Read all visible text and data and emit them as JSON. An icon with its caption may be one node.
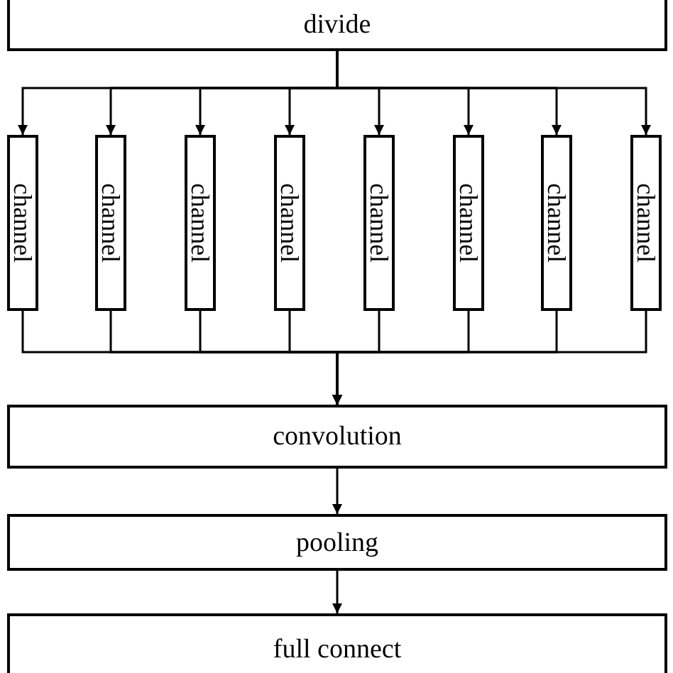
{
  "diagram": {
    "nodes": [
      {
        "text": [
          "divide"
        ]
      },
      {
        "text": [
          "channel"
        ]
      },
      {
        "text": [
          "channel"
        ]
      },
      {
        "text": [
          "channel"
        ]
      },
      {
        "text": [
          "channel"
        ]
      },
      {
        "text": [
          "channel"
        ]
      },
      {
        "text": [
          "channel"
        ]
      },
      {
        "text": [
          "channel"
        ]
      },
      {
        "text": [
          "channel"
        ]
      },
      {
        "text": [
          "convolution"
        ]
      },
      {
        "text": [
          "pooling"
        ]
      },
      {
        "text": [
          "full connect"
        ]
      }
    ],
    "edges": [
      {
        "from": 0,
        "to": 1,
        "arrow": "to"
      },
      {
        "from": 0,
        "to": 2,
        "arrow": "to"
      },
      {
        "from": 0,
        "to": 3,
        "arrow": "to"
      },
      {
        "from": 0,
        "to": 4,
        "arrow": "to"
      },
      {
        "from": 0,
        "to": 5,
        "arrow": "to"
      },
      {
        "from": 0,
        "to": 6,
        "arrow": "to"
      },
      {
        "from": 0,
        "to": 7,
        "arrow": "to"
      },
      {
        "from": 0,
        "to": 8,
        "arrow": "to"
      },
      {
        "from": 1,
        "to": 9,
        "arrow": "to"
      },
      {
        "from": 2,
        "to": 9,
        "arrow": "to"
      },
      {
        "from": 3,
        "to": 9,
        "arrow": "to"
      },
      {
        "from": 4,
        "to": 9,
        "arrow": "to"
      },
      {
        "from": 5,
        "to": 9,
        "arrow": "to"
      },
      {
        "from": 6,
        "to": 9,
        "arrow": "to"
      },
      {
        "from": 7,
        "to": 9,
        "arrow": "to"
      },
      {
        "from": 8,
        "to": 9,
        "arrow": "to"
      },
      {
        "from": 9,
        "to": 10,
        "arrow": "to"
      },
      {
        "from": 10,
        "to": 11,
        "arrow": "to"
      }
    ]
  }
}
